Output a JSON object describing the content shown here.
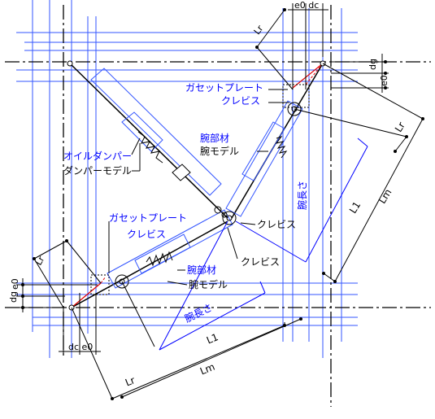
{
  "colors": {
    "black": "#000000",
    "blue": "#0000ff",
    "grid_blue": "#3355ff",
    "red": "#e00000"
  },
  "labels": {
    "e0_dc_top": "e0 dc",
    "lr_top": "Lr",
    "dg_right": "dg",
    "e0_right": "e0",
    "gusset_plate_1": "ガセットプレート",
    "clevis_1": "クレビス",
    "arm_member_1": "腕部材",
    "arm_model_1": "腕モデル",
    "oil_damper": "オイルダンパー",
    "damper_model": "ダンパーモデル",
    "arm_length_right": "腕長さ",
    "l1_right": "L1",
    "lm_right": "Lm",
    "lr_right": "Lr",
    "clevis_center_right": "クレビス",
    "clevis_center_lower": "クレビス",
    "gusset_plate_2": "ガセットプレート",
    "clevis_2": "クレビス",
    "lr_left": "Lr",
    "dg_left": "dg",
    "e0_left": "e0",
    "arm_member_2": "腕部材",
    "arm_model_2": "腕モデル",
    "arm_length_bottom": "腕長さ",
    "l1_bottom": "L1",
    "dc_e0_bottom": "dc e0",
    "lr_bottom": "Lr",
    "lm_bottom": "Lm"
  }
}
